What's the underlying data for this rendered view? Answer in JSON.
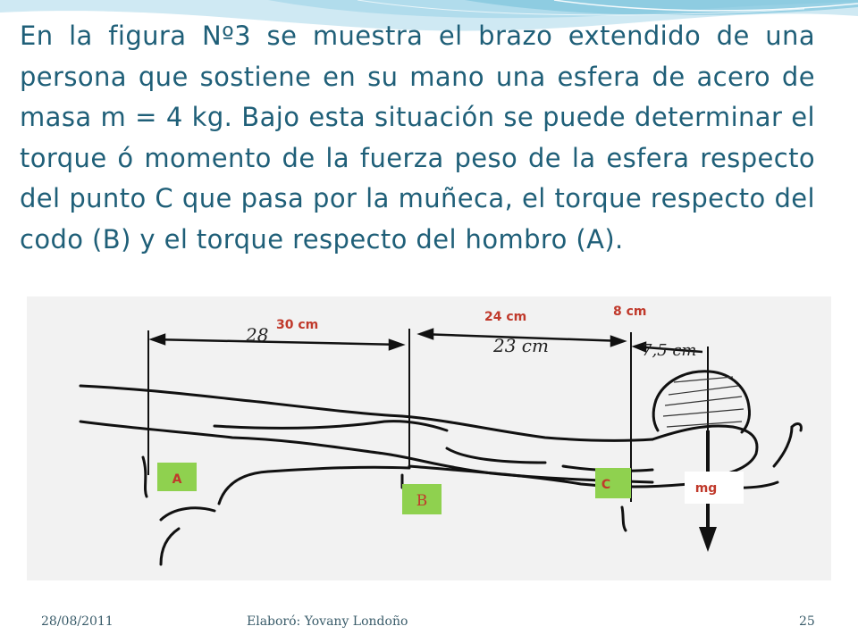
{
  "slide": {
    "body_text": "En la figura Nº3  se muestra el brazo extendido de una persona que sostiene en su mano una esfera de acero de masa m = 4 kg. Bajo esta situación se puede determinar el torque ó momento de la fuerza peso de la esfera respecto del punto C que pasa por la muñeca, el torque respecto del codo (B) y el torque respecto del hombro (A)."
  },
  "figure": {
    "dim_upper_arm": "30 cm",
    "dim_forearm": "24 cm",
    "dim_hand": "8 cm",
    "scan_dim_upper_arm": "28",
    "scan_dim_forearm": "23 cm",
    "scan_dim_hand": "7,5 cm",
    "point_a": "A",
    "point_b": "B",
    "point_c": "C",
    "force_label": "mg"
  },
  "footer": {
    "date": "28/08/2011",
    "author": "Elaboró: Yovany Londoño",
    "page": "25"
  },
  "colors": {
    "text": "#1f5f78",
    "label_box": "#8fd14f",
    "label_text": "#c0392b",
    "wave": "#7fc4dd"
  }
}
